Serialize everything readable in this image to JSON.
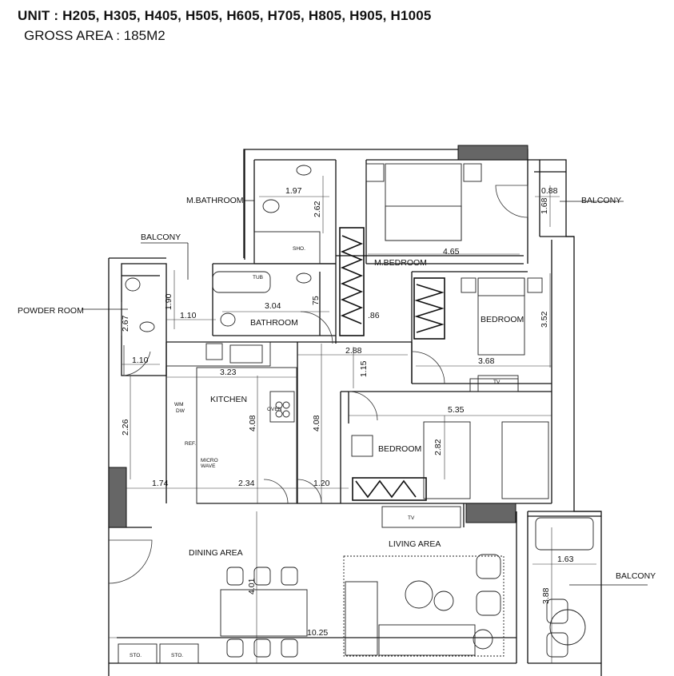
{
  "header": {
    "unit_line": "UNIT : H205, H305, H405, H505, H605, H705, H805, H905, H1005",
    "area_line": "GROSS AREA : 185M2"
  },
  "rooms": {
    "m_bathroom": "M.BATHROOM",
    "balcony_top_left": "BALCONY",
    "balcony_top_right": "BALCONY",
    "balcony_right": "BALCONY",
    "powder_room": "POWDER ROOM",
    "m_bedroom": "M.BEDROOM",
    "bathroom": "BATHROOM",
    "bedroom_upper": "BEDROOM",
    "kitchen": "KITCHEN",
    "bedroom_lower": "BEDROOM",
    "dining_area": "DINING AREA",
    "living_area": "LIVING AREA"
  },
  "fixtures": {
    "shower": "SHO.",
    "tub": "TUB",
    "wm_dw": [
      "WM",
      "DW"
    ],
    "ref": "REF.",
    "micro_wave": [
      "MICRO",
      "WAVE"
    ],
    "oven": "OVEN",
    "tv_upper": "TV",
    "tv_lower": "TV",
    "storage_1": "STO.",
    "storage_2": "STO."
  },
  "dimensions": {
    "d_197": "1.97",
    "d_262": "2.62",
    "d_088": "0.88",
    "d_168": "1.68",
    "d_465": "4.65",
    "d_190": "1.90",
    "d_304": "3.04",
    "d_075": "75",
    "d_186": ".86",
    "d_110a": "1.10",
    "d_267": "2.67",
    "d_352": "3.52",
    "d_110b": "1.10",
    "d_288": "2.88",
    "d_115": "1.15",
    "d_368": "3.68",
    "d_323": "3.23",
    "d_535": "5.35",
    "d_226": "2.26",
    "d_408a": "4.08",
    "d_408b": "4.08",
    "d_282": "2.82",
    "d_174": "1.74",
    "d_234": "2.34",
    "d_120": "1.20",
    "d_163": "1.63",
    "d_401": "4.01",
    "d_388": "3.88",
    "d_1025": "10.25"
  }
}
